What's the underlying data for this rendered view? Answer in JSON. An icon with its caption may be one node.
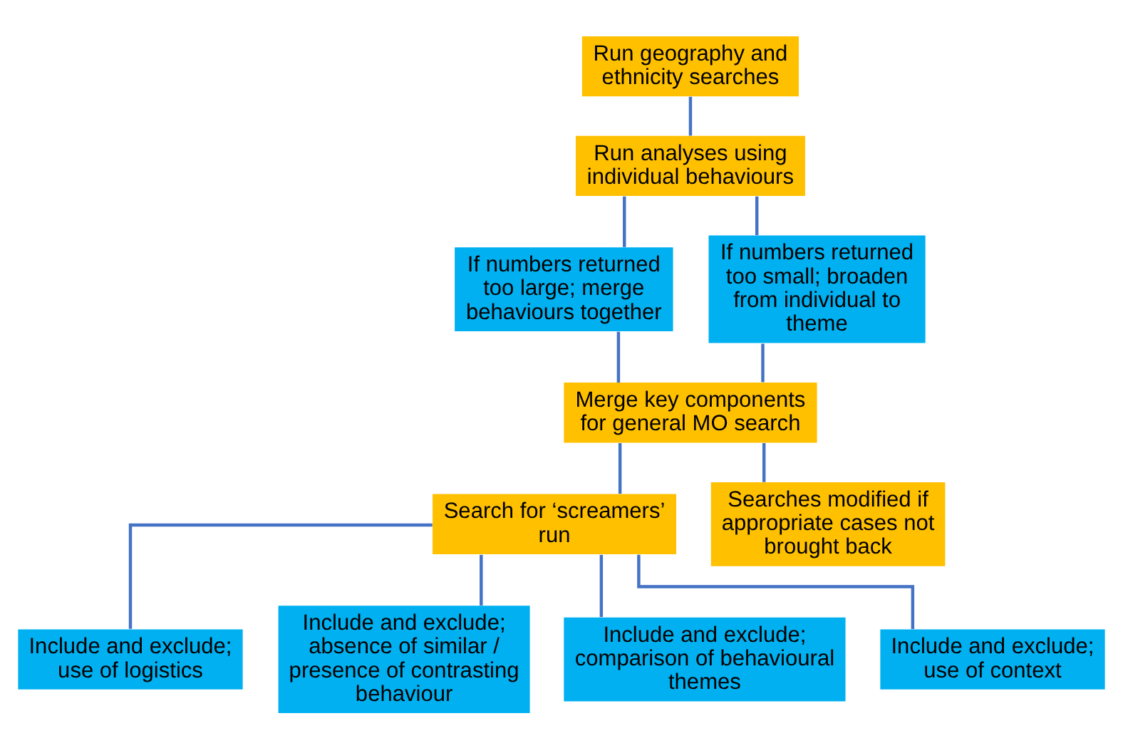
{
  "diagram": {
    "nodes": [
      {
        "text": [
          "Run geography and ethnicity searches"
        ]
      },
      {
        "text": [
          "Run analyses using individual behaviours"
        ]
      },
      {
        "text": [
          "If numbers returned too large; merge behaviours together"
        ]
      },
      {
        "text": [
          "If numbers returned too small; broaden from individual to theme"
        ]
      },
      {
        "text": [
          "Merge key components for general MO search"
        ]
      },
      {
        "text": [
          "Search for ‘screamers’ run"
        ]
      },
      {
        "text": [
          "Searches modified if appropriate cases not brought back"
        ]
      },
      {
        "text": [
          "Include and exclude; use of logistics"
        ]
      },
      {
        "text": [
          "Include and exclude; absence of similar / presence of contrasting behaviour"
        ]
      },
      {
        "text": [
          "Include and exclude; comparison of behavioural themes"
        ]
      },
      {
        "text": [
          "Include and exclude; use of context"
        ]
      }
    ],
    "edges": [
      {
        "from": 0,
        "to": 1,
        "arrow": "none"
      },
      {
        "from": 1,
        "to": 2,
        "arrow": "none"
      },
      {
        "from": 1,
        "to": 3,
        "arrow": "none"
      },
      {
        "from": 2,
        "to": 4,
        "arrow": "none"
      },
      {
        "from": 3,
        "to": 4,
        "arrow": "none"
      },
      {
        "from": 4,
        "to": 5,
        "arrow": "none"
      },
      {
        "from": 4,
        "to": 6,
        "arrow": "none"
      },
      {
        "from": 5,
        "to": 7,
        "arrow": "none"
      },
      {
        "from": 5,
        "to": 8,
        "arrow": "none"
      },
      {
        "from": 5,
        "to": 9,
        "arrow": "none"
      },
      {
        "from": 5,
        "to": 10,
        "arrow": "none"
      }
    ]
  }
}
